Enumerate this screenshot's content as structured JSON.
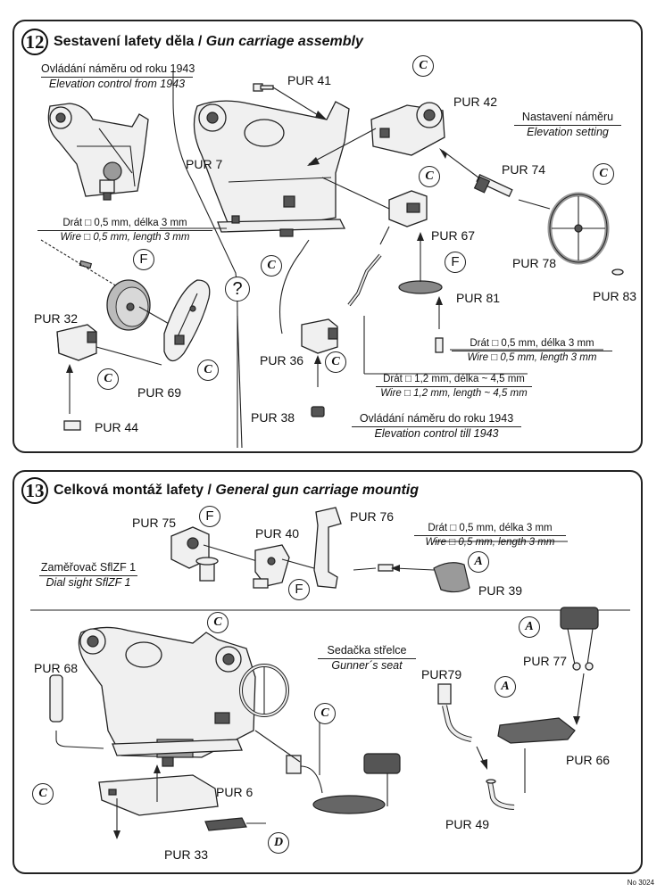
{
  "step12": {
    "number": "12",
    "title_cz": "Sestavení lafety děla /",
    "title_en": "Gun carriage assembly",
    "elev_from_cz": "Ovládání náměru od roku 1943",
    "elev_from_en": "Elevation control from 1943",
    "wire1_cz": "Drát □ 0,5 mm, délka 3 mm",
    "wire1_en": "Wire □ 0,5 mm, length 3 mm",
    "elev_setting_cz": "Nastavení náměru",
    "elev_setting_en": "Elevation setting",
    "wire2_cz": "Drát □ 0,5 mm, délka 3 mm",
    "wire2_en": "Wire □ 0,5 mm, length 3 mm",
    "wire3_cz": "Drát □ 1,2 mm, délka ~ 4,5 mm",
    "wire3_en": "Wire □ 1,2 mm, length ~ 4,5 mm",
    "elev_till_cz": "Ovládání náměru do roku 1943",
    "elev_till_en": "Elevation control till 1943",
    "question": "?",
    "parts": [
      "PUR 41",
      "PUR 42",
      "PUR 7",
      "PUR 74",
      "PUR 67",
      "PUR 78",
      "PUR 83",
      "PUR 81",
      "PUR 32",
      "PUR 69",
      "PUR 36",
      "PUR 38",
      "PUR 44"
    ],
    "badges": [
      "C",
      "C",
      "C",
      "C",
      "C",
      "C",
      "C",
      "F",
      "F"
    ]
  },
  "step13": {
    "number": "13",
    "title_cz": "Celková montáž lafety /",
    "title_en": "General gun carriage mountig",
    "sight_cz": "Zaměřovač SflZF 1",
    "sight_en": "Dial sight SflZF 1",
    "wire_cz": "Drát □ 0,5 mm, délka 3 mm",
    "wire_en": "Wire □ 0,5 mm, length 3 mm",
    "seat_cz": "Sedačka střelce",
    "seat_en": "Gunner´s seat",
    "parts": [
      "PUR 75",
      "PUR 40",
      "PUR 76",
      "PUR 39",
      "PUR 68",
      "PUR 77",
      "PUR79",
      "PUR 66",
      "PUR 6",
      "PUR 49",
      "PUR 33"
    ],
    "badges": [
      "F",
      "F",
      "A",
      "C",
      "C",
      "C",
      "A",
      "A",
      "D"
    ]
  },
  "footer": "No 3024"
}
